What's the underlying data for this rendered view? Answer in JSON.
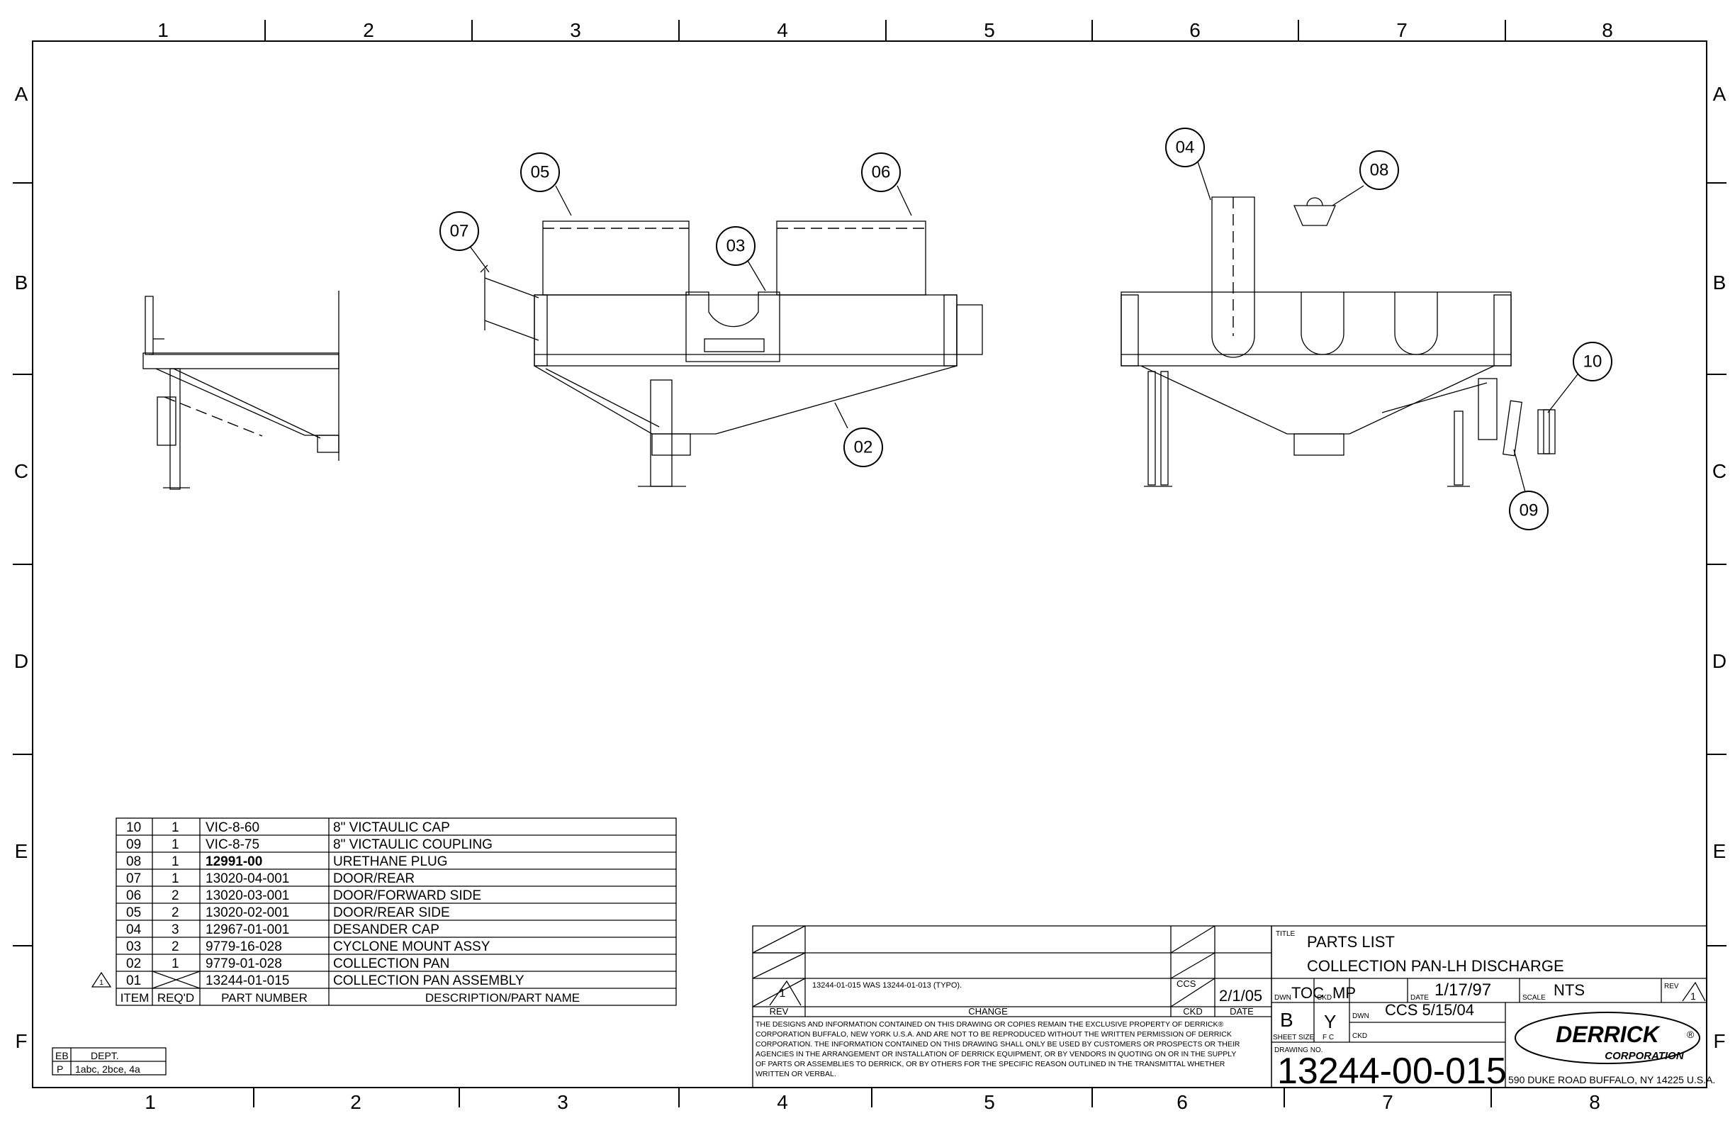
{
  "border": {
    "columns": [
      "1",
      "2",
      "3",
      "4",
      "5",
      "6",
      "7",
      "8"
    ],
    "rows": [
      "A",
      "B",
      "C",
      "D",
      "E",
      "F"
    ]
  },
  "balloons": [
    {
      "label": "05"
    },
    {
      "label": "06"
    },
    {
      "label": "07"
    },
    {
      "label": "03"
    },
    {
      "label": "02"
    },
    {
      "label": "04"
    },
    {
      "label": "08"
    },
    {
      "label": "10"
    },
    {
      "label": "09"
    }
  ],
  "parts_list": {
    "headers": [
      "ITEM",
      "REQ'D",
      "PART NUMBER",
      "DESCRIPTION/PART NAME"
    ],
    "rows": [
      {
        "item": "10",
        "qty": "1",
        "part": "VIC-8-60",
        "desc": "8\" VICTAULIC CAP"
      },
      {
        "item": "09",
        "qty": "1",
        "part": "VIC-8-75",
        "desc": "8\" VICTAULIC COUPLING"
      },
      {
        "item": "08",
        "qty": "1",
        "part": "12991-00",
        "desc": "URETHANE PLUG"
      },
      {
        "item": "07",
        "qty": "1",
        "part": "13020-04-001",
        "desc": "DOOR/REAR"
      },
      {
        "item": "06",
        "qty": "2",
        "part": "13020-03-001",
        "desc": "DOOR/FORWARD SIDE"
      },
      {
        "item": "05",
        "qty": "2",
        "part": "13020-02-001",
        "desc": "DOOR/REAR SIDE"
      },
      {
        "item": "04",
        "qty": "3",
        "part": "12967-01-001",
        "desc": "DESANDER CAP"
      },
      {
        "item": "03",
        "qty": "2",
        "part": "9779-16-028",
        "desc": "CYCLONE MOUNT ASSY"
      },
      {
        "item": "02",
        "qty": "1",
        "part": "9779-01-028",
        "desc": "COLLECTION PAN"
      },
      {
        "item": "01",
        "qty": "",
        "part": "13244-01-015",
        "desc": "COLLECTION PAN ASSEMBLY"
      }
    ],
    "rev_flag": "1"
  },
  "dept_box": {
    "header_code": "EB",
    "header_label": "DEPT.",
    "row_code": "P",
    "row_value": "1abc, 2bce, 4a"
  },
  "revision_block": {
    "rev_number": "1",
    "change": "13244-01-015 WAS 13244-01-013 (TYPO).",
    "ckd": "CCS",
    "date": "2/1/05",
    "headers": {
      "rev": "REV",
      "change": "CHANGE",
      "ckd": "CKD",
      "date": "DATE"
    }
  },
  "notice": "THE DESIGNS AND INFORMATION CONTAINED ON THIS DRAWING OR COPIES REMAIN THE EXCLUSIVE PROPERTY OF DERRICK® CORPORATION BUFFALO, NEW YORK U.S.A. AND ARE NOT TO BE REPRODUCED WITHOUT THE WRITTEN PERMISSION OF DERRICK CORPORATION. THE INFORMATION CONTAINED ON THIS DRAWING SHALL ONLY BE USED BY CUSTOMERS OR PROSPECTS OR THEIR AGENCIES IN THE ARRANGEMENT OR INSTALLATION OF DERRICK EQUIPMENT, OR BY VENDORS IN QUOTING ON OR IN THE SUPPLY OF PARTS OR ASSEMBLIES TO DERRICK, OR BY OTHERS FOR THE SPECIFIC REASON OUTLINED IN THE TRANSMITTAL WHETHER WRITTEN OR VERBAL.",
  "notice_lines": [
    "THE DESIGNS AND INFORMATION CONTAINED ON THIS DRAWING OR COPIES REMAIN THE EXCLUSIVE PROPERTY OF DERRICK®",
    "CORPORATION BUFFALO, NEW YORK U.S.A. AND ARE NOT TO BE REPRODUCED WITHOUT THE WRITTEN PERMISSION OF DERRICK",
    "CORPORATION. THE INFORMATION CONTAINED ON THIS DRAWING SHALL ONLY BE USED BY CUSTOMERS OR PROSPECTS OR THEIR",
    "AGENCIES IN THE ARRANGEMENT OR INSTALLATION OF DERRICK EQUIPMENT, OR BY VENDORS IN QUOTING ON OR IN THE SUPPLY",
    "OF PARTS OR ASSEMBLIES TO DERRICK, OR BY OTHERS FOR THE SPECIFIC REASON OUTLINED IN THE TRANSMITTAL WHETHER",
    "WRITTEN OR VERBAL."
  ],
  "title_block": {
    "title_label": "TITLE",
    "title_line1": "PARTS LIST",
    "title_line2": "COLLECTION PAN-LH DISCHARGE",
    "dwn_label": "DWN",
    "dwn": "TOC",
    "ckd_label": "CKD",
    "ckd": "MP",
    "date_label": "DATE",
    "date": "1/17/97",
    "scale_label": "SCALE",
    "scale": "NTS",
    "rev_label": "REV",
    "rev": "1",
    "sheet_size_value": "B",
    "sheet_size_label": "SHEET SIZE",
    "fc_value": "Y",
    "fc_label": "F C",
    "dwn2_label": "DWN",
    "dwn2": "CCS 5/15/04",
    "ckd2_label": "CKD",
    "drawing_no_label": "DRAWING NO.",
    "drawing_no": "13244-00-015",
    "company": "DERRICK",
    "company_sub": "CORPORATION",
    "address": "590 DUKE ROAD BUFFALO, NY 14225 U.S.A."
  }
}
